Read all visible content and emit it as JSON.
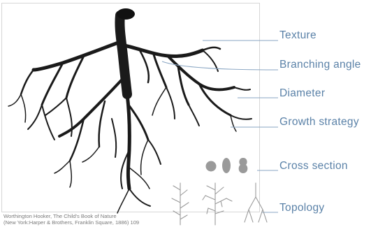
{
  "annotations": [
    {
      "key": "texture",
      "label": "Texture"
    },
    {
      "key": "branching_angle",
      "label": "Branching angle"
    },
    {
      "key": "diameter",
      "label": "Diameter"
    },
    {
      "key": "growth_strategy",
      "label": "Growth strategy"
    },
    {
      "key": "cross_section",
      "label": "Cross section"
    },
    {
      "key": "topology",
      "label": "Topology"
    }
  ],
  "caption": {
    "line1": "Worthington Hooker, The Child's Book of Nature",
    "line2": "(New York:Harper & Brothers, Franklin Square, 1886) 109"
  },
  "colors": {
    "label_text": "#5b82a8",
    "leader_line": "#8aa6c3",
    "root_ink": "#1a1a1a",
    "icon_grey": "#9a9a9a"
  }
}
